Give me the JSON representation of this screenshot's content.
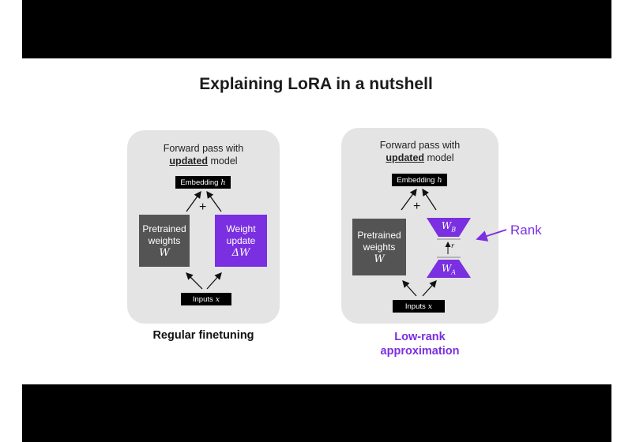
{
  "title": "Explaining LoRA in a nutshell",
  "left": {
    "forward_line1": "Forward pass with",
    "forward_bold": "updated",
    "forward_rest": " model",
    "embedding": "Embedding",
    "embedding_sym": "h",
    "plus": "+",
    "pretrained_line1": "Pretrained",
    "pretrained_line2": "weights",
    "pretrained_sym": "W",
    "update_line1": "Weight",
    "update_line2": "update",
    "update_sym": "ΔW",
    "inputs": "Inputs",
    "inputs_sym": "x",
    "caption": "Regular finetuning"
  },
  "right": {
    "forward_line1": "Forward pass with",
    "forward_bold": "updated",
    "forward_rest": " model",
    "embedding": "Embedding",
    "embedding_sym": "h",
    "plus": "+",
    "pretrained_line1": "Pretrained",
    "pretrained_line2": "weights",
    "pretrained_sym": "W",
    "wb_main": "W",
    "wb_sub": "B",
    "wa_main": "W",
    "wa_sub": "A",
    "r_label": "r",
    "rank_label": "Rank",
    "inputs": "Inputs",
    "inputs_sym": "x",
    "caption_line1": "Low-rank",
    "caption_line2": "approximation"
  },
  "colors": {
    "purple": "#7a2fe0",
    "gray_box": "#545454",
    "panel": "#e4e4e4",
    "bars": "#000000"
  }
}
